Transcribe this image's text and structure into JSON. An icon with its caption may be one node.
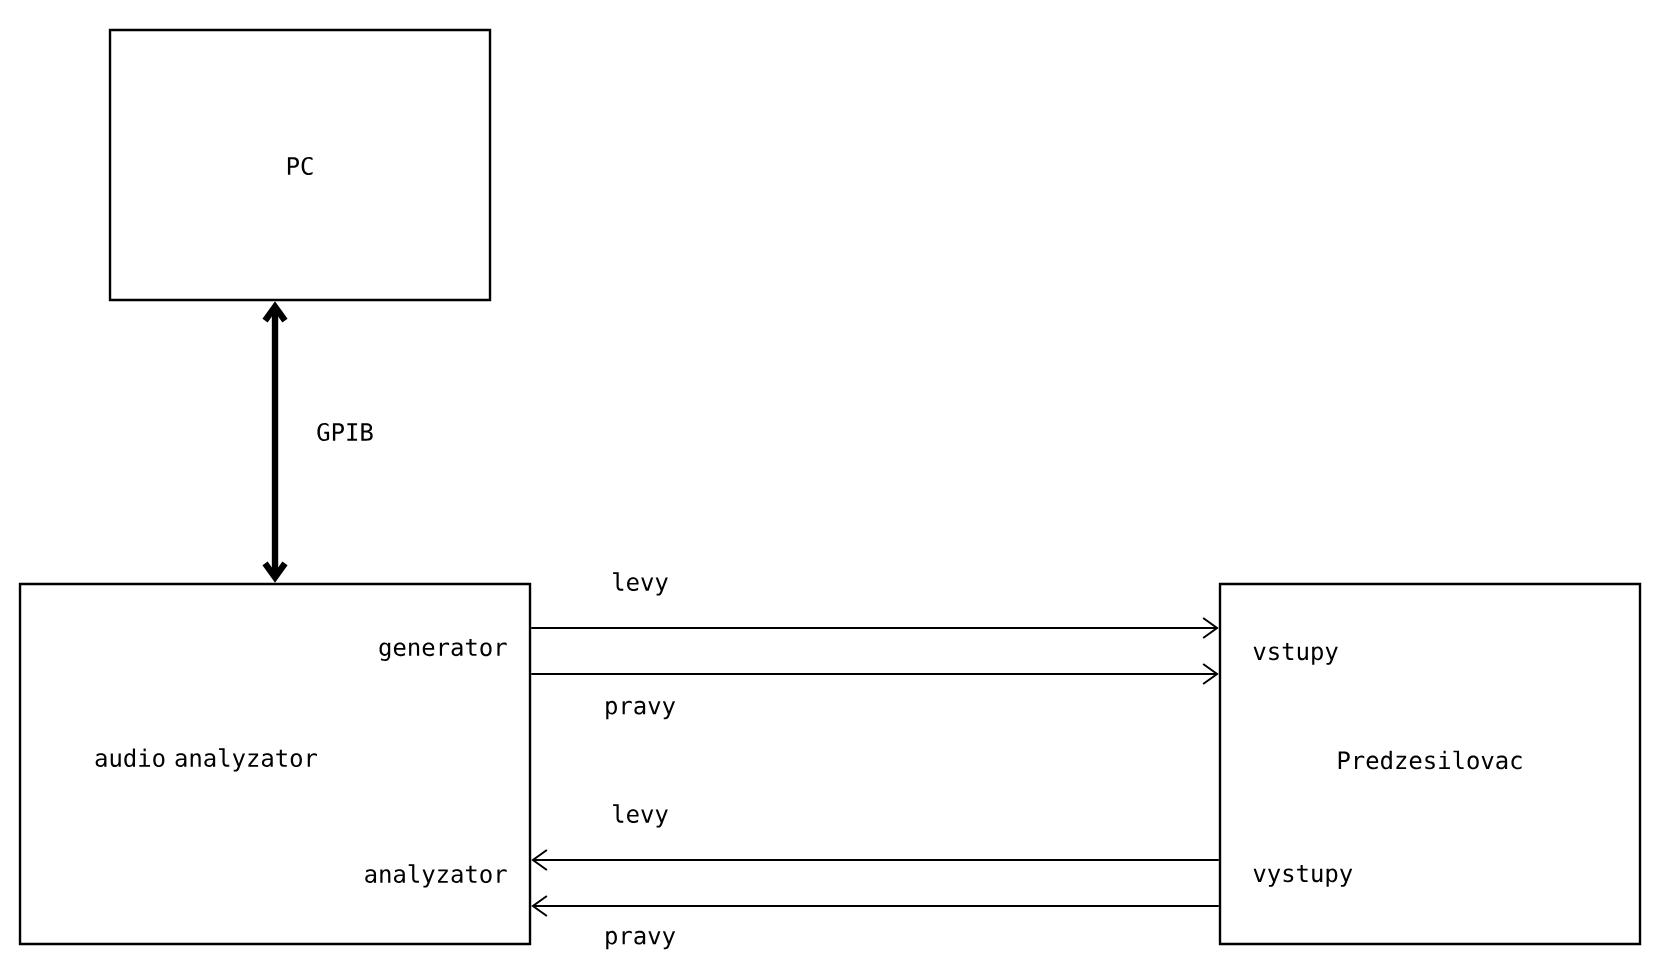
{
  "diagram": {
    "nodes": [
      {
        "text": [
          "PC"
        ]
      },
      {
        "text": [
          "generator",
          "audio analyzator",
          "analyzator"
        ]
      },
      {
        "text": [
          "vstupy",
          "Predzesilovac",
          "vystupy"
        ]
      }
    ],
    "edges": [
      {
        "from": 0,
        "to": 1,
        "arrow": "both",
        "style": "thick",
        "label": "GPIB"
      },
      {
        "from": 1,
        "to": 2,
        "arrow": "to",
        "label": "levy"
      },
      {
        "from": 1,
        "to": 2,
        "arrow": "to",
        "label": "pravy"
      },
      {
        "from": 2,
        "to": 1,
        "arrow": "to",
        "label": "levy"
      },
      {
        "from": 2,
        "to": 1,
        "arrow": "to",
        "label": "pravy"
      }
    ]
  }
}
